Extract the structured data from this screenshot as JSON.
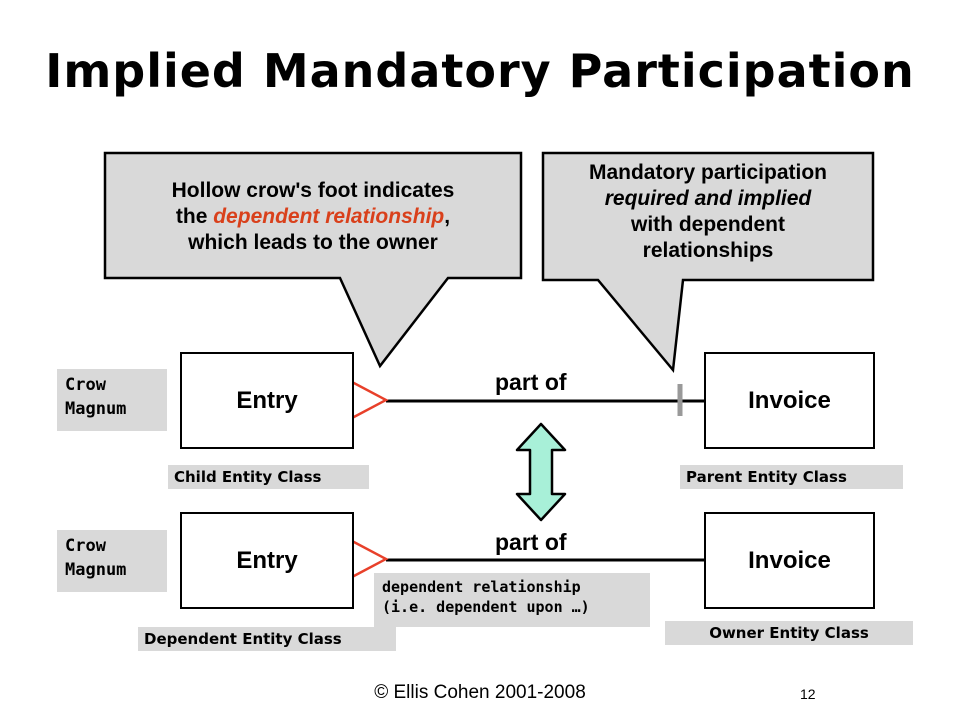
{
  "title": "Implied Mandatory Participation",
  "callout_left": {
    "line1": "Hollow crow's foot indicates",
    "line2_pre": "the ",
    "line2_accent": "dependent relationship",
    "line2_post": ",",
    "line3": "which leads to the owner"
  },
  "callout_right": {
    "line1": "Mandatory participation",
    "line2": "required and implied",
    "line3": "with dependent",
    "line4": "relationships"
  },
  "row1": {
    "notation": "Crow\nMagnum",
    "left_entity": "Entry",
    "right_entity": "Invoice",
    "relationship": "part of",
    "left_tag": "Child Entity Class",
    "right_tag": "Parent Entity Class"
  },
  "row2": {
    "notation": "Crow\nMagnum",
    "left_entity": "Entry",
    "right_entity": "Invoice",
    "relationship": "part of",
    "note": "dependent relationship\n(i.e. dependent upon …)",
    "left_tag": "Dependent Entity Class",
    "right_tag": "Owner Entity Class"
  },
  "footer": "© Ellis Cohen 2001-2008",
  "page_number": "12",
  "colors": {
    "callout_fill": "#d9d9d9",
    "accent": "#d9401b",
    "crowsfoot": "#e8402a",
    "arrow_fill": "#a8f0d8",
    "tag_fill": "#d9d9d9"
  }
}
